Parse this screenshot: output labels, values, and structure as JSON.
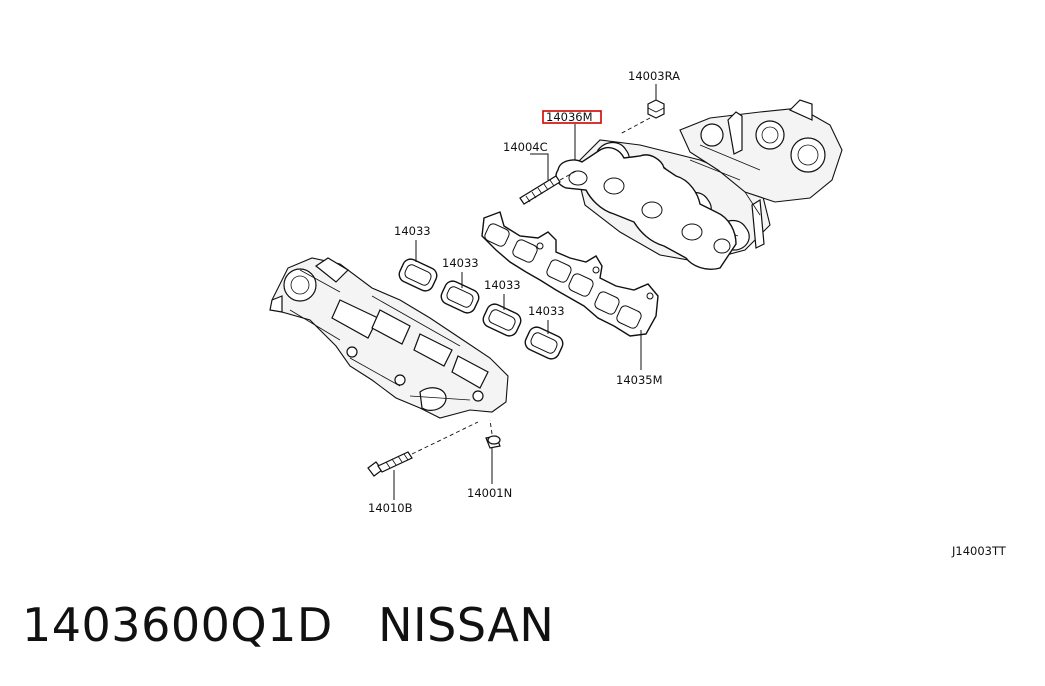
{
  "callouts": {
    "c_14003RA": "14003RA",
    "c_14036M": "14036M",
    "c_14004C": "14004C",
    "c_14033_a": "14033",
    "c_14033_b": "14033",
    "c_14033_c": "14033",
    "c_14033_d": "14033",
    "c_14035M": "14035M",
    "c_14010B": "14010B",
    "c_14001N": "14001N"
  },
  "diagram_code": "J14003TT",
  "caption": {
    "part_number": "1403600Q1D",
    "brand": "NISSAN"
  },
  "colors": {
    "highlight": "#d40000",
    "line": "#111111"
  }
}
